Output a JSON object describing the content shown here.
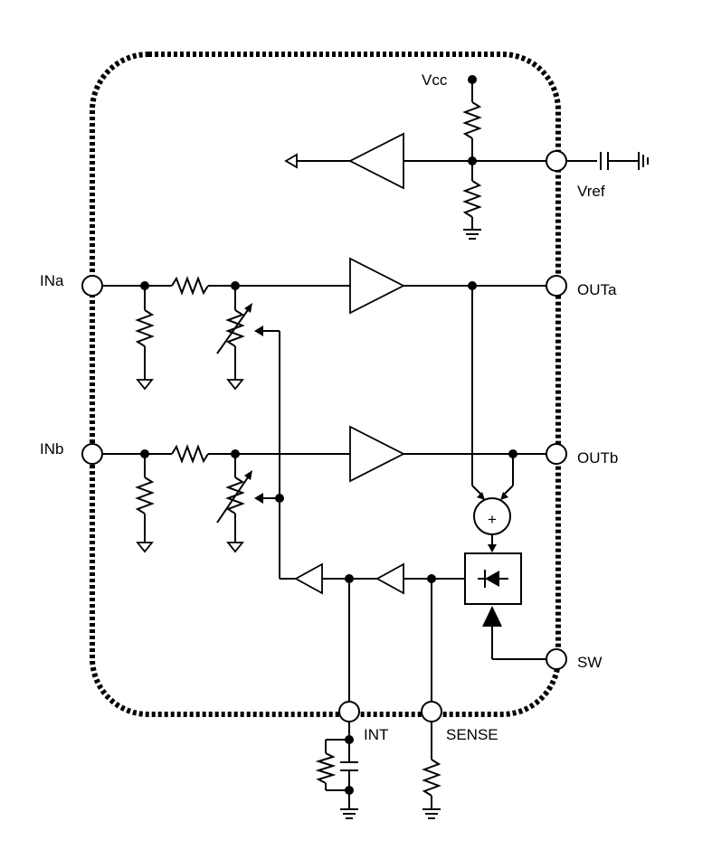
{
  "labels": {
    "vcc": "Vcc",
    "vref": "Vref",
    "ina": "INa",
    "inb": "INb",
    "outa": "OUTa",
    "outb": "OUTb",
    "sw": "SW",
    "int": "INT",
    "sense": "SENSE"
  },
  "symbols": {
    "summing_junction": "+"
  },
  "colors": {
    "ink": "#000000",
    "background": "#ffffff"
  }
}
